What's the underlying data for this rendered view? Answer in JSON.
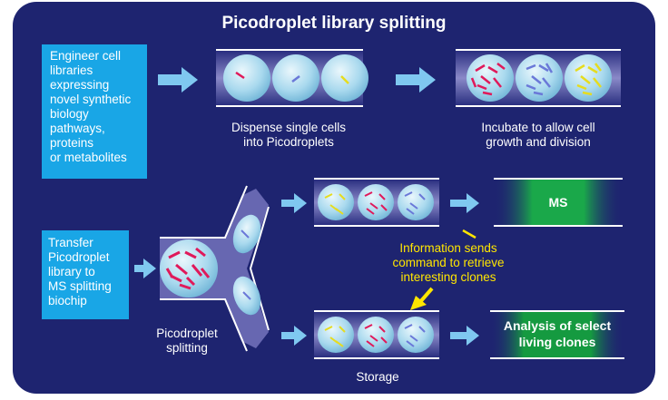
{
  "title": "Picodroplet library splitting",
  "boxes": {
    "engineer": [
      "Engineer cell",
      "libraries",
      "expressing",
      "novel synthetic",
      "biology",
      "pathways,",
      "proteins",
      "or metabolites"
    ],
    "transfer": [
      "Transfer",
      "Picodroplet",
      "library to",
      "MS splitting",
      "biochip"
    ]
  },
  "captions": {
    "dispense": [
      "Dispense single cells",
      "into Picodroplets"
    ],
    "incubate": [
      "Incubate to allow cell",
      "growth and division"
    ],
    "splitting": [
      "Picodroplet",
      "splitting"
    ],
    "storage": "Storage",
    "info": [
      "Information sends",
      "command to retrieve",
      "interesting clones"
    ]
  },
  "channels": {
    "ms": "MS",
    "analysis": [
      "Analysis of select",
      "living clones"
    ]
  },
  "colors": {
    "background": "#1e2470",
    "panel": "#141a5e",
    "box": "#19a6e6",
    "arrow": "#7fc8f0",
    "highlight": "#ffe600",
    "droplet": "#bfe3f2",
    "green": "#1aa84a",
    "red_cell": "#e0195a",
    "blue_cell": "#6a78d8",
    "yellow_cell": "#e6dc1e"
  }
}
